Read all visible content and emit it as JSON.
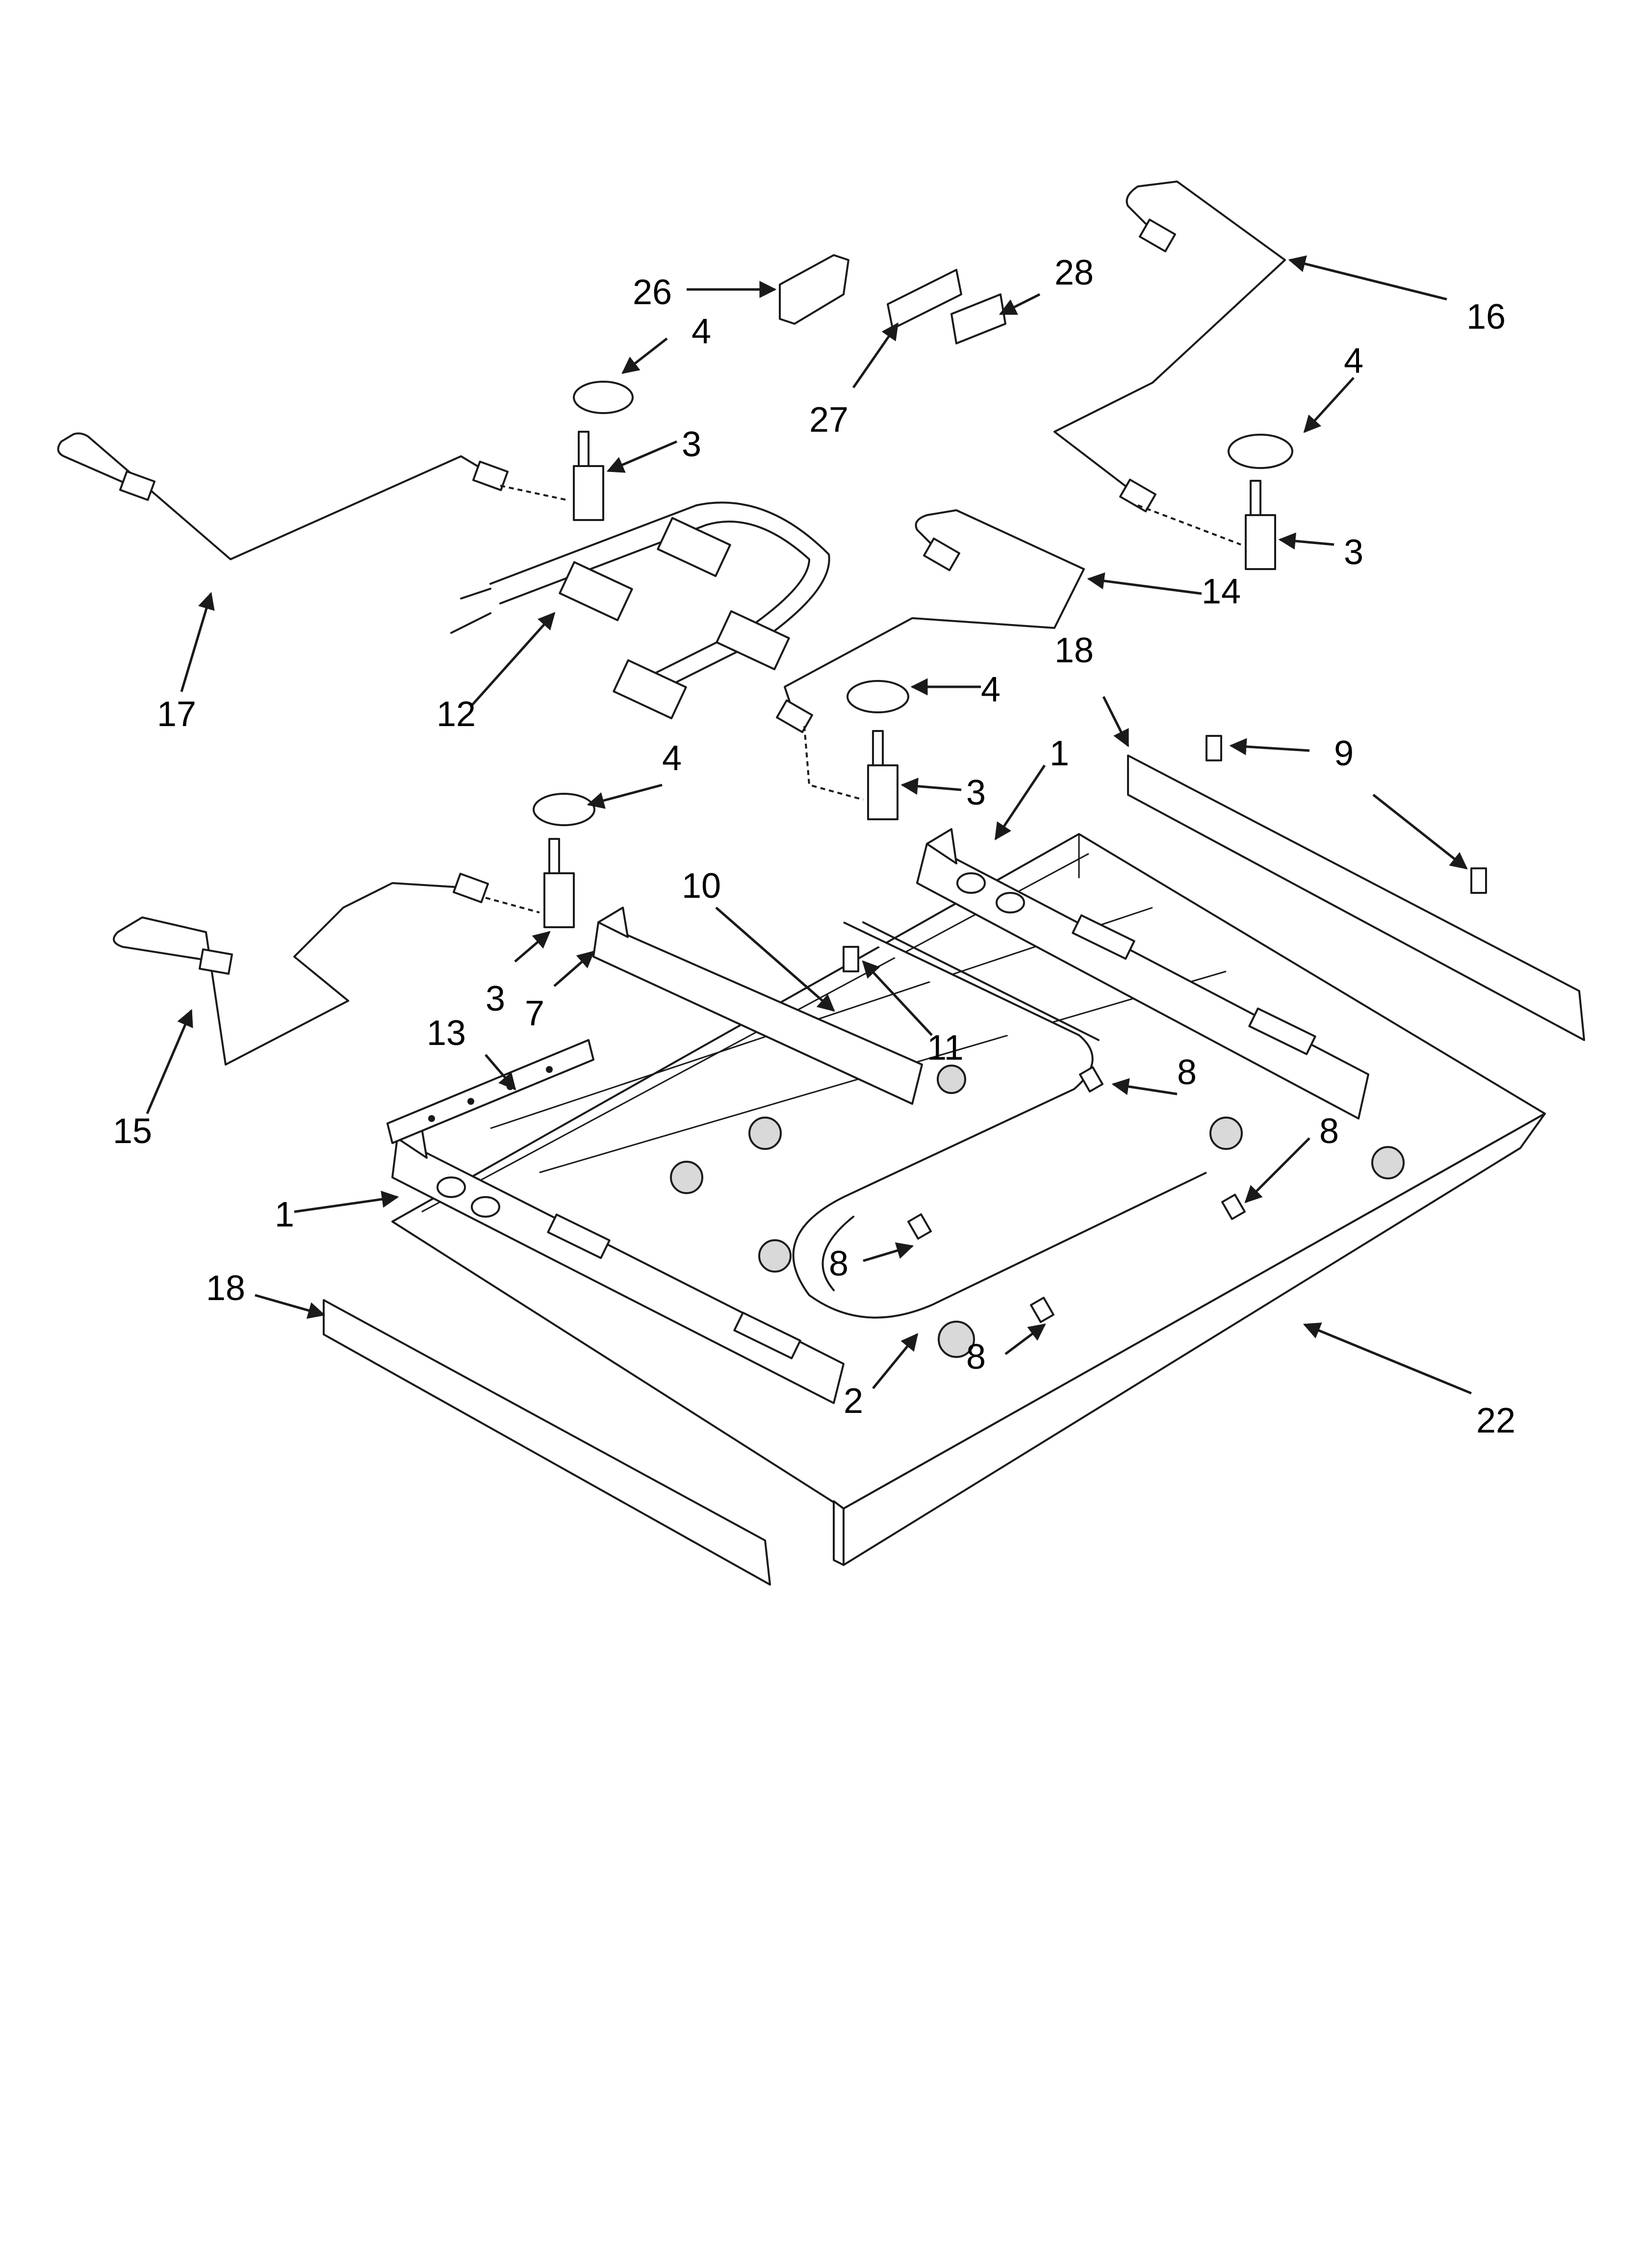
{
  "diagram": {
    "callouts": [
      "1",
      "1",
      "2",
      "3",
      "3",
      "3",
      "3",
      "4",
      "4",
      "4",
      "4",
      "7",
      "8",
      "8",
      "8",
      "8",
      "9",
      "10",
      "11",
      "12",
      "13",
      "14",
      "15",
      "16",
      "17",
      "18",
      "18",
      "22",
      "26",
      "27",
      "28"
    ]
  }
}
